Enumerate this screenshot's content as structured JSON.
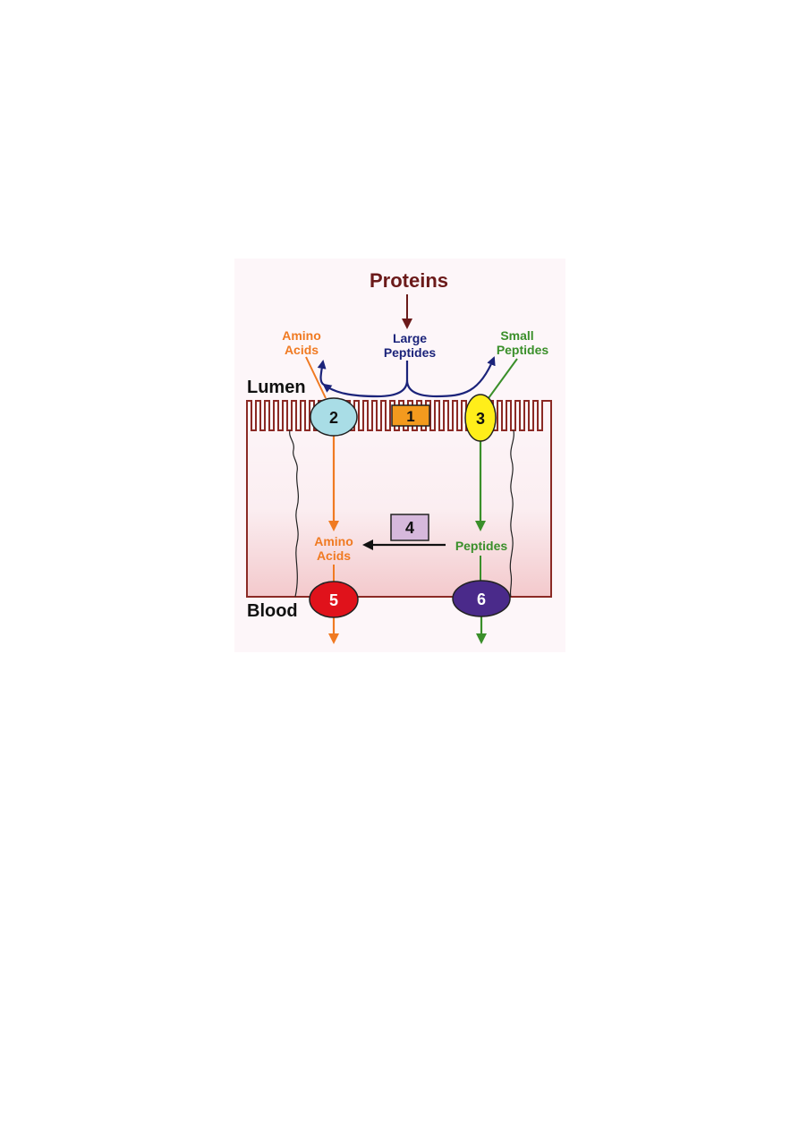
{
  "labels": {
    "proteins": "Proteins",
    "large_peptides_line1": "Large",
    "large_peptides_line2": "Peptides",
    "amino_acids_top_line1": "Amino",
    "amino_acids_top_line2": "Acids",
    "small_peptides_line1": "Small",
    "small_peptides_line2": "Peptides",
    "lumen": "Lumen",
    "blood": "Blood",
    "amino_acids_cell_line1": "Amino",
    "amino_acids_cell_line2": "Acids",
    "peptides_cell": "Peptides"
  },
  "markers": {
    "m1": "1",
    "m2": "2",
    "m3": "3",
    "m4": "4",
    "m5": "5",
    "m6": "6"
  },
  "colors": {
    "background": "#fdf6f9",
    "cell_outline": "#8b2a25",
    "cell_gradient_bottom": "#f3c9cc",
    "proteins": "#6b1a1a",
    "large_peptides": "#1b237a",
    "amino_acids": "#f07a22",
    "peptides": "#3a8f2a",
    "marker1": "#f39a1e",
    "marker2": "#a9dde6",
    "marker3": "#ffee1a",
    "marker4": "#d6b8dc",
    "marker5": "#e0121b",
    "marker6": "#4a2a8a",
    "black": "#111111"
  }
}
